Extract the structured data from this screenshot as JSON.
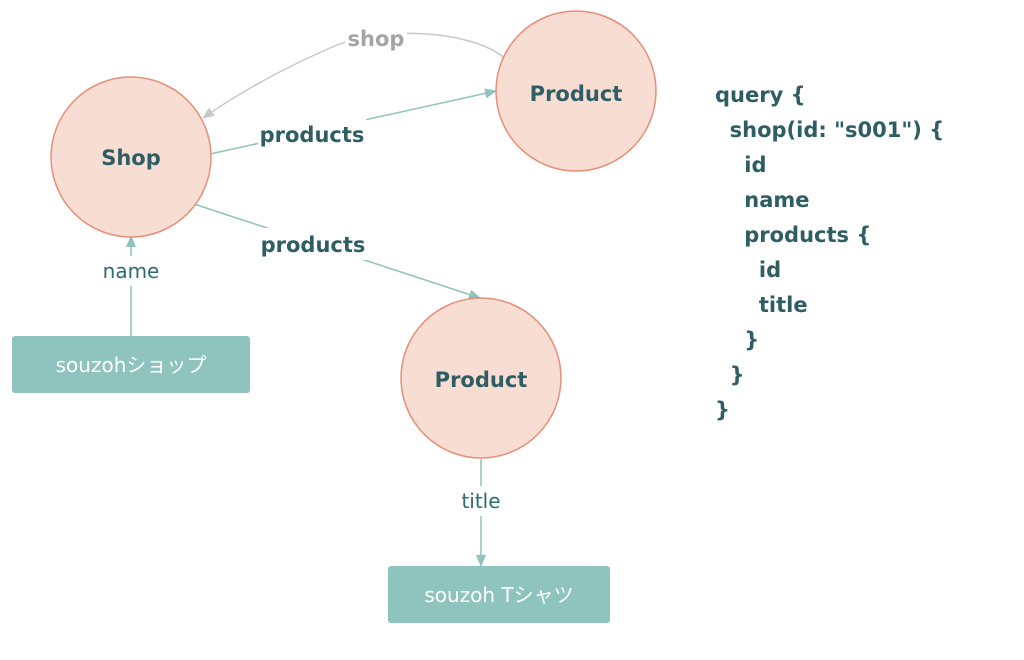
{
  "colors": {
    "node_fill": "#f8ddd3",
    "node_stroke": "#e6907a",
    "node_text": "#2e5e63",
    "edge": "#8ec4bd",
    "edge_faded": "#c8c8c8",
    "edge_label_faded": "#a5a5a5",
    "value_box": "#8ec4bd",
    "query_text": "#2e5e63"
  },
  "nodes": {
    "shop": {
      "label": "Shop"
    },
    "product_top": {
      "label": "Product"
    },
    "product_bottom": {
      "label": "Product"
    }
  },
  "edges": {
    "shop_back": {
      "label": "shop"
    },
    "products_top": {
      "label": "products"
    },
    "products_bottom": {
      "label": "products"
    },
    "shop_name": {
      "label": "name"
    },
    "product_title": {
      "label": "title"
    }
  },
  "values": {
    "shop_name": "souzohショップ",
    "product_title": "souzoh Tシャツ"
  },
  "query": {
    "lines": [
      "query {",
      "  shop(id: \"s001\") {",
      "    id",
      "    name",
      "    products {",
      "      id",
      "      title",
      "    }",
      "  }",
      "}"
    ]
  }
}
